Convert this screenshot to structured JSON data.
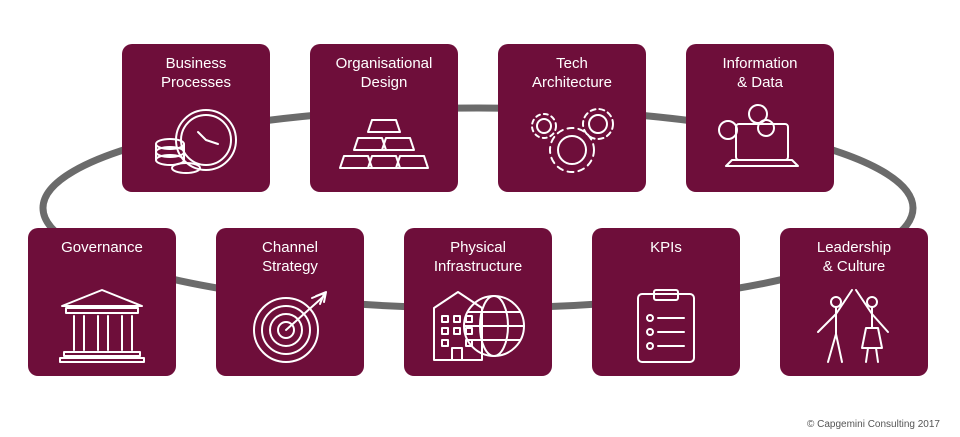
{
  "colors": {
    "tile": "#6e0e3a",
    "ring": "#6b6b6b",
    "text": "#ffffff"
  },
  "tiles": [
    {
      "title": "Business\nProcesses",
      "icon": "clock-coins-icon"
    },
    {
      "title": "Organisational\nDesign",
      "icon": "gold-bars-pyramid-icon"
    },
    {
      "title": "Tech\nArchitecture",
      "icon": "gears-icon"
    },
    {
      "title": "Information\n& Data",
      "icon": "laptop-coins-icon"
    },
    {
      "title": "Governance",
      "icon": "institution-columns-icon"
    },
    {
      "title": "Channel\nStrategy",
      "icon": "target-arrow-icon"
    },
    {
      "title": "Physical\nInfrastructure",
      "icon": "building-globe-icon"
    },
    {
      "title": "KPIs",
      "icon": "clipboard-checklist-icon"
    },
    {
      "title": "Leadership\n& Culture",
      "icon": "people-high-five-icon"
    }
  ],
  "footer": {
    "copyright": "© Capgemini Consulting 2017"
  }
}
